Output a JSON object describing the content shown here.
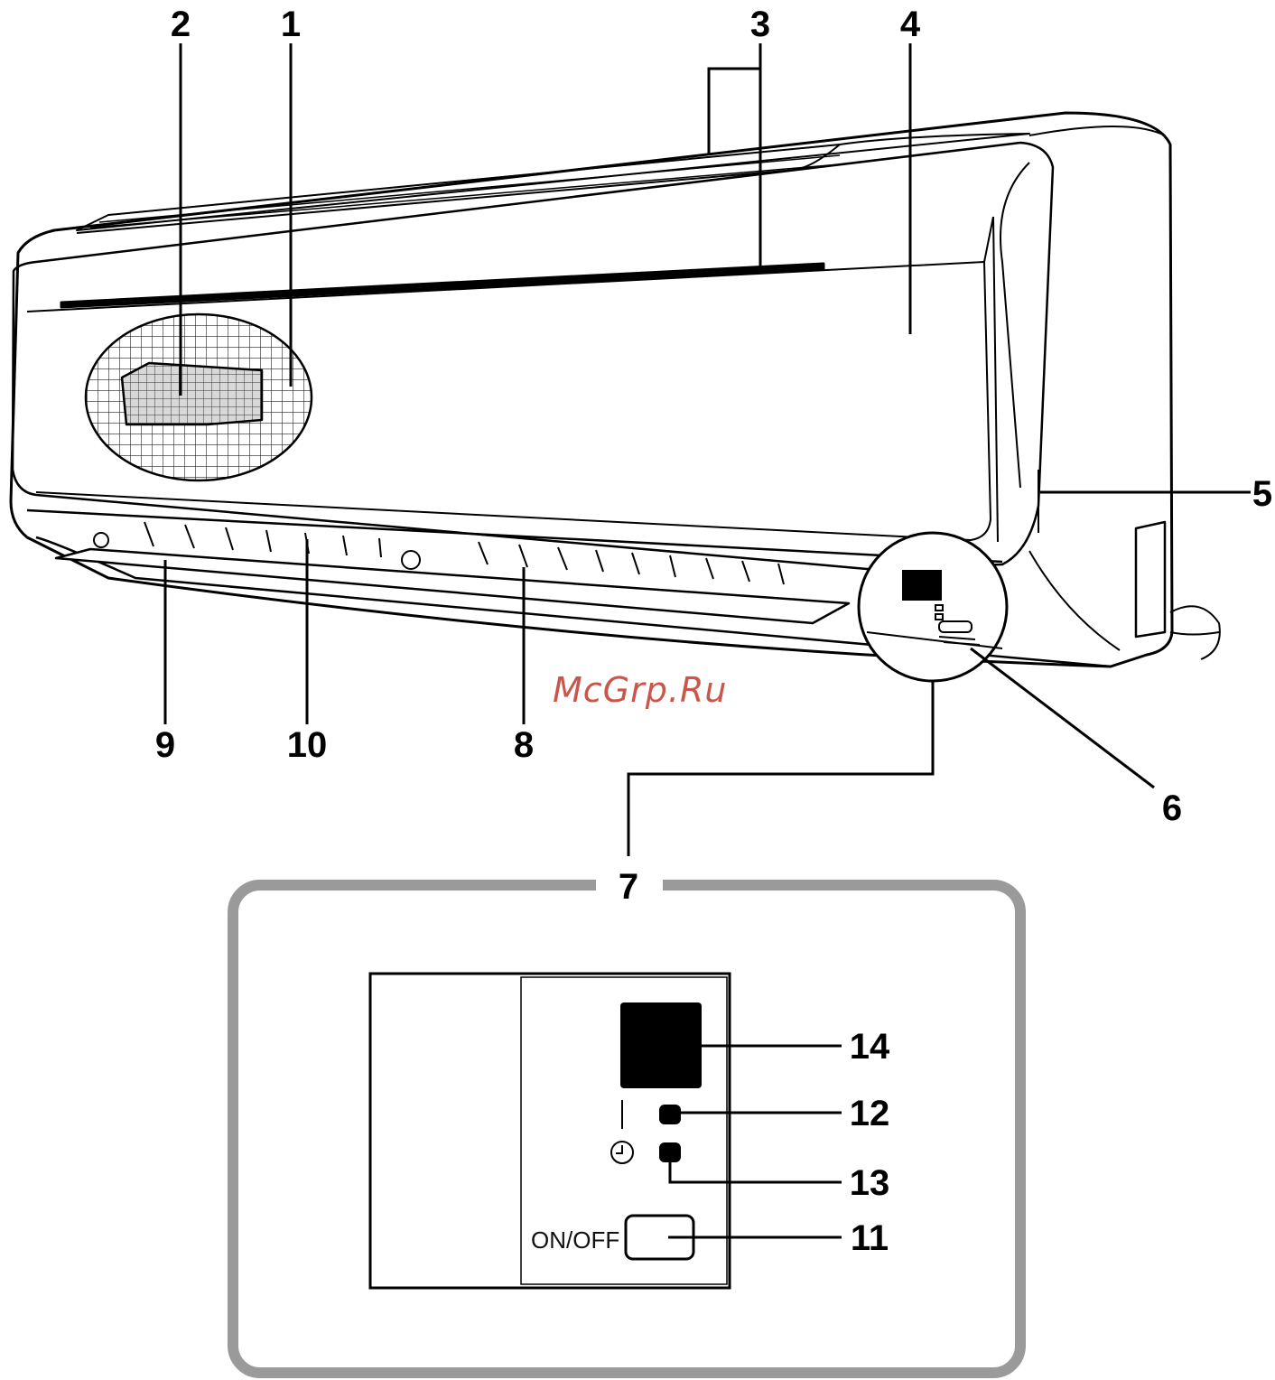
{
  "callouts": {
    "c1": "1",
    "c2": "2",
    "c3": "3",
    "c4": "4",
    "c5": "5",
    "c6": "6",
    "c7": "7",
    "c8": "8",
    "c9": "9",
    "c10": "10",
    "c11": "11",
    "c12": "12",
    "c13": "13",
    "c14": "14"
  },
  "panel": {
    "onoff_label": "ON/OFF",
    "timer_icon": "clock-icon"
  },
  "watermark": "McGrp.Ru",
  "colors": {
    "line": "#000000",
    "detail_frame": "#9a9a9a",
    "watermark": "#c0392b"
  }
}
